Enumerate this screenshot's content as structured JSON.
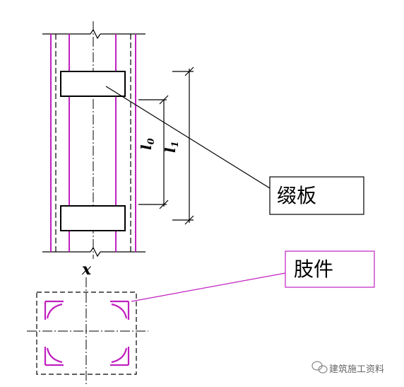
{
  "labels": {
    "batten_plate": "缀板",
    "limb": "肢件",
    "axis_x": "x",
    "l0_main": "l",
    "l0_sub": "0",
    "l1_main": "l",
    "l1_sub": "1"
  },
  "watermark": {
    "text": "建筑施工资料",
    "icon": "wechat-bubble-icon"
  },
  "colors": {
    "limb": "#c020c0",
    "outline": "#000000",
    "callout_line_limb": "#c020c0",
    "background": "#ffffff"
  }
}
